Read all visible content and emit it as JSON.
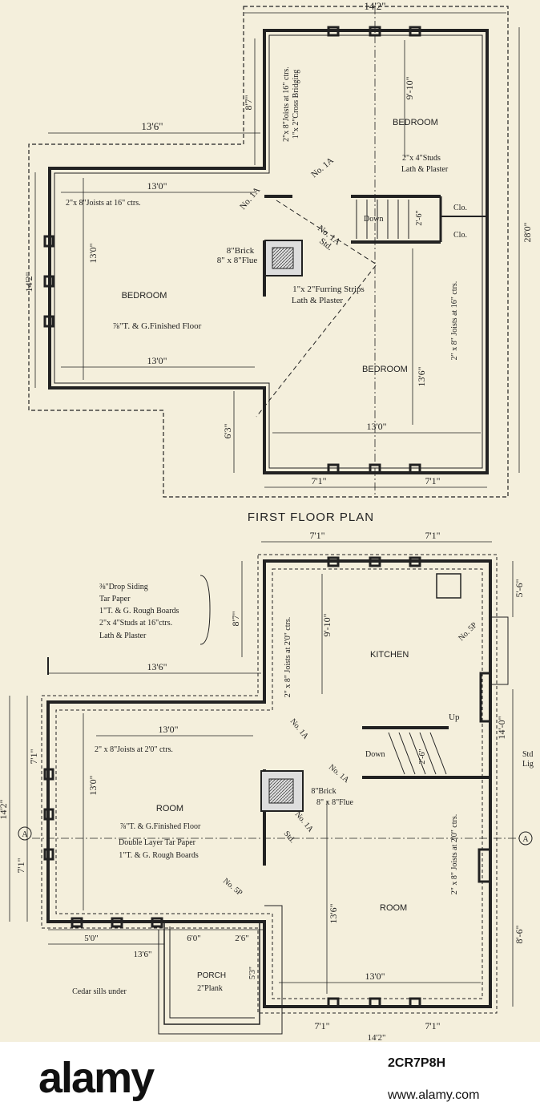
{
  "upper_plan": {
    "dim_top": "14'2\"",
    "dim_left_wing": "13'6\"",
    "dim_right_total": "28'0\"",
    "dim_left_total": "14'2\"",
    "dim_bottom_left": "7'1\"",
    "dim_bottom_right": "7'1\"",
    "dim_13_0_top": "13'0\"",
    "dim_13_0_bottom": "13'0\"",
    "dim_13_0_right": "13'0\"",
    "dim_13_0_vertical": "13'0\"",
    "dim_13_6_vertical": "13'6\"",
    "dim_8_7": "8'7\"",
    "dim_9_10": "9'-10\"",
    "dim_6_3": "6'3\"",
    "dim_2_6": "2'-6\"",
    "joists_wing": "2\"x 8\"Joists at 16\" ctrs.",
    "joists_top": "2\"x 8\"Joists at 16\" ctrs.",
    "bridging": "1\"x 2\"Cross Bridging",
    "joists_right": "2\" x 8\" Joists at 16\" ctrs.",
    "studs_note": "2\"x 4\"Studs",
    "lath_note": "Lath & Plaster",
    "bedroom_top": "BEDROOM",
    "bedroom_left": "BEDROOM",
    "bedroom_right": "BEDROOM",
    "floor_note": "⅞\"T. & G.Finished Floor",
    "brick_note": "8\"Brick",
    "flue_note": "8\" x 8\"Flue",
    "furring_note": "1\"x 2\"Furring Strips",
    "furring_lath": "Lath & Plaster",
    "std_1a_a": "No. 1A",
    "std_1a_b": "No. 1A",
    "std_1a_c": "No. 1A",
    "std": "Std.",
    "down": "Down",
    "clo_1": "Clo.",
    "clo_2": "Clo."
  },
  "first_floor_title": "FIRST FLOOR PLAN",
  "lower_plan": {
    "dim_top_left": "7'1\"",
    "dim_top_right": "7'1\"",
    "dim_wing": "13'6\"",
    "dim_8_7": "8'7\"",
    "dim_9_10": "9'-10\"",
    "dim_5_6": "5'-6\"",
    "dim_14_0": "14'-0\"",
    "dim_7_1_left": "7'1\"",
    "dim_7_1_lower": "7'1\"",
    "dim_14_2_left": "14'2\"",
    "dim_13_0_wing": "13'0\"",
    "dim_13_0_v": "13'0\"",
    "dim_13_6_v": "13'6\"",
    "dim_13_0_room": "13'0\"",
    "dim_8_6": "8'-6\"",
    "dim_5_0": "5'0\"",
    "dim_6_0": "6'0\"",
    "dim_2_6_porch": "2'6\"",
    "dim_13_6_bottom": "13'6\"",
    "dim_7_1_b1": "7'1\"",
    "dim_7_1_b2": "7'1\"",
    "dim_14_2_bottom": "14'2\"",
    "dim_2_6_stair": "2'-6\"",
    "dim_5_3": "5'3\"",
    "wall_notes": [
      "⅜\"Drop Siding",
      "Tar Paper",
      "1\"T. & G. Rough Boards",
      "2\"x 4\"Studs at 16\"ctrs.",
      "Lath & Plaster"
    ],
    "kitchen": "KITCHEN",
    "room_left": "ROOM",
    "room_right": "ROOM",
    "joists_wing": "2\" x 8\"Joists at 2'0\" ctrs.",
    "joists_kitchen": "2\" x 8\" Joists at 2'0\" ctrs.",
    "joists_room": "2\" x 8\" Joists at 2'0\" ctrs.",
    "floor_note": "⅞\"T. & G.Finished Floor",
    "tar_note": "Double Layer Tar Paper",
    "boards_note": "1\"T. & G. Rough Boards",
    "brick_note": "8\"Brick",
    "flue_note": "8\" x 8\"Flue",
    "porch": "PORCH",
    "plank": "2\"Plank",
    "cedar": "Cedar sills under",
    "up": "Up",
    "down": "Down",
    "std_5p_a": "No. 5P",
    "std_5p_b": "No. 5P",
    "std_1a_a": "No. 1A",
    "std_1a_b": "No. 1A",
    "std_1a_c": "No. 1A",
    "std": "Std.",
    "section_a": "A",
    "side_std": "Std",
    "side_lig": "Lig"
  },
  "footer": {
    "logo": "alamy",
    "image_id": "2CR7P8H",
    "site": "www.alamy.com"
  }
}
